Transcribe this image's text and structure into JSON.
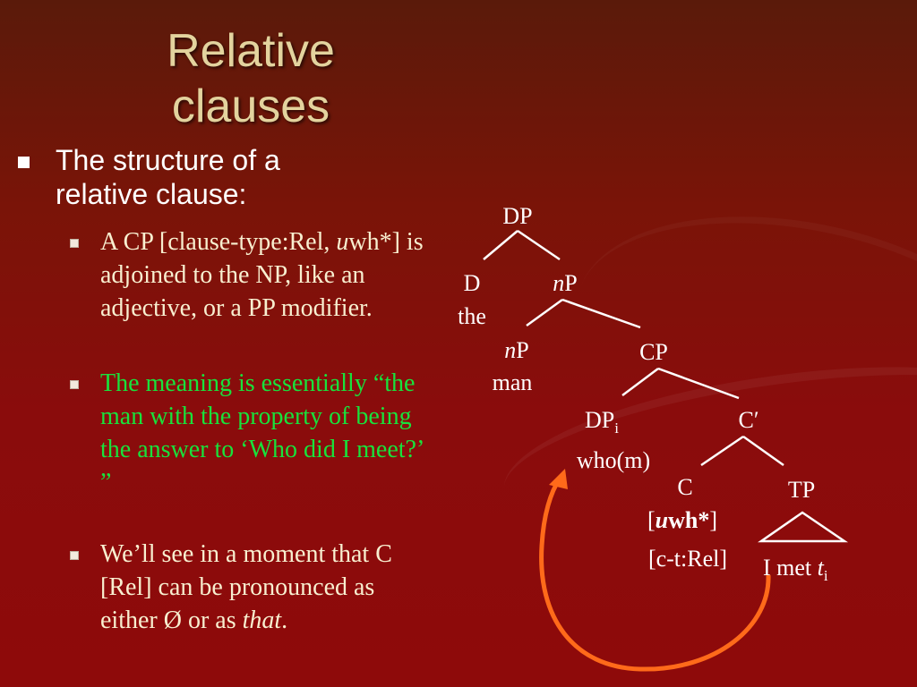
{
  "slide": {
    "title": "Relative clauses",
    "bullet": "The structure of a relative clause:",
    "sub1": {
      "part1": "A CP [clause-type:Rel, ",
      "part2": "u",
      "part3": "wh*] is adjoined to the NP, like an adjective, or a PP modifier."
    },
    "sub2": "The meaning is essentially “the man with the property of being the answer to ‘Who did I meet?’ ”",
    "sub3": {
      "part1": "We’ll see in a moment that C [Rel] can be pronounced as either Ø or as ",
      "part2": "that",
      "part3": "."
    }
  },
  "tree": {
    "dp_root": "DP",
    "d": "D",
    "d_word": "the",
    "np1_italic": "n",
    "np1_rest": "P",
    "np2_italic": "n",
    "np2_rest": "P",
    "np2_word": "man",
    "cp": "CP",
    "dp_spec": "DP",
    "dp_spec_sub": "i",
    "dp_spec_word": "who(m)",
    "cbar": "C′",
    "c": "C",
    "c_feat1_open": "[",
    "c_feat1_u": "u",
    "c_feat1_rest": "wh*",
    "c_feat1_close": "]",
    "c_feat2": "[c-t:Rel]",
    "tp": "TP",
    "tp_words": "I met ",
    "trace": "t",
    "trace_sub": "i"
  },
  "colors": {
    "title": "#e3d39e",
    "body_text": "#f8efd0",
    "highlight": "#18e23c",
    "arrow": "#ff6a1a"
  }
}
